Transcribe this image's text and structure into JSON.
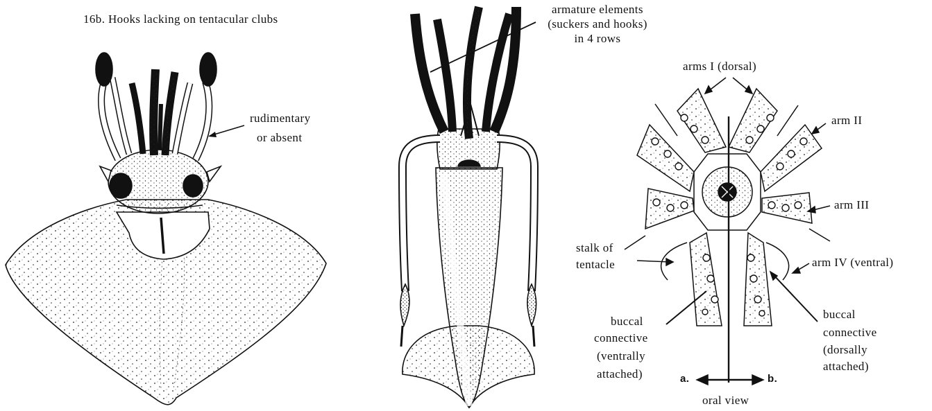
{
  "heading": "16b. Hooks lacking on tentacular clubs",
  "left_figure": {
    "label_rudimentary": "rudimentary",
    "label_absent": "or absent"
  },
  "middle_figure": {
    "label_line1": "armature elements",
    "label_line2": "(suckers and hooks)",
    "label_line3": "in 4 rows"
  },
  "oral_view": {
    "arms_I": "arms I (dorsal)",
    "arm_II": "arm II",
    "arm_III": "arm III",
    "arm_IV": "arm IV (ventral)",
    "stalk_line1": "stalk of",
    "stalk_line2": "tentacle",
    "buccal_left": [
      "buccal",
      "connective",
      "(ventrally",
      "attached)"
    ],
    "buccal_right": [
      "buccal",
      "connective",
      "(dorsally",
      "attached)"
    ],
    "marker_a": "a.",
    "marker_b": "b.",
    "caption": "oral view"
  }
}
